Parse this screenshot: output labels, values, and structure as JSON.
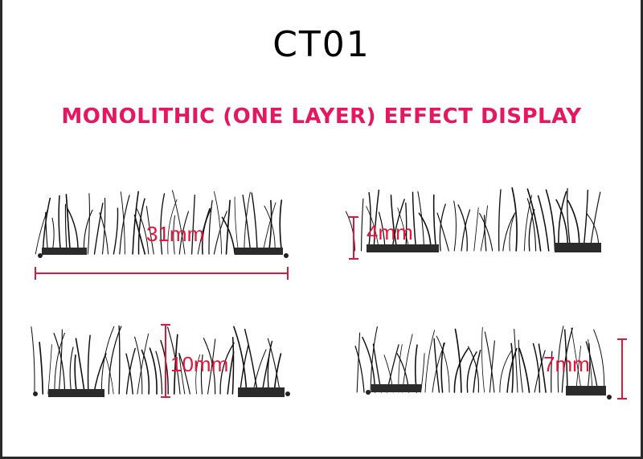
{
  "header": {
    "title": "CT01",
    "subtitle": "MONOLITHIC (ONE LAYER) EFFECT DISPLAY"
  },
  "colors": {
    "subtitle": "#e6175f",
    "measure": "#e0163c",
    "lash": "#111111",
    "strip": "#2b2b2b"
  },
  "panels": [
    {
      "measure": "31mm"
    },
    {
      "measure": "4mm"
    },
    {
      "measure": "10mm"
    },
    {
      "measure": "7mm"
    }
  ]
}
